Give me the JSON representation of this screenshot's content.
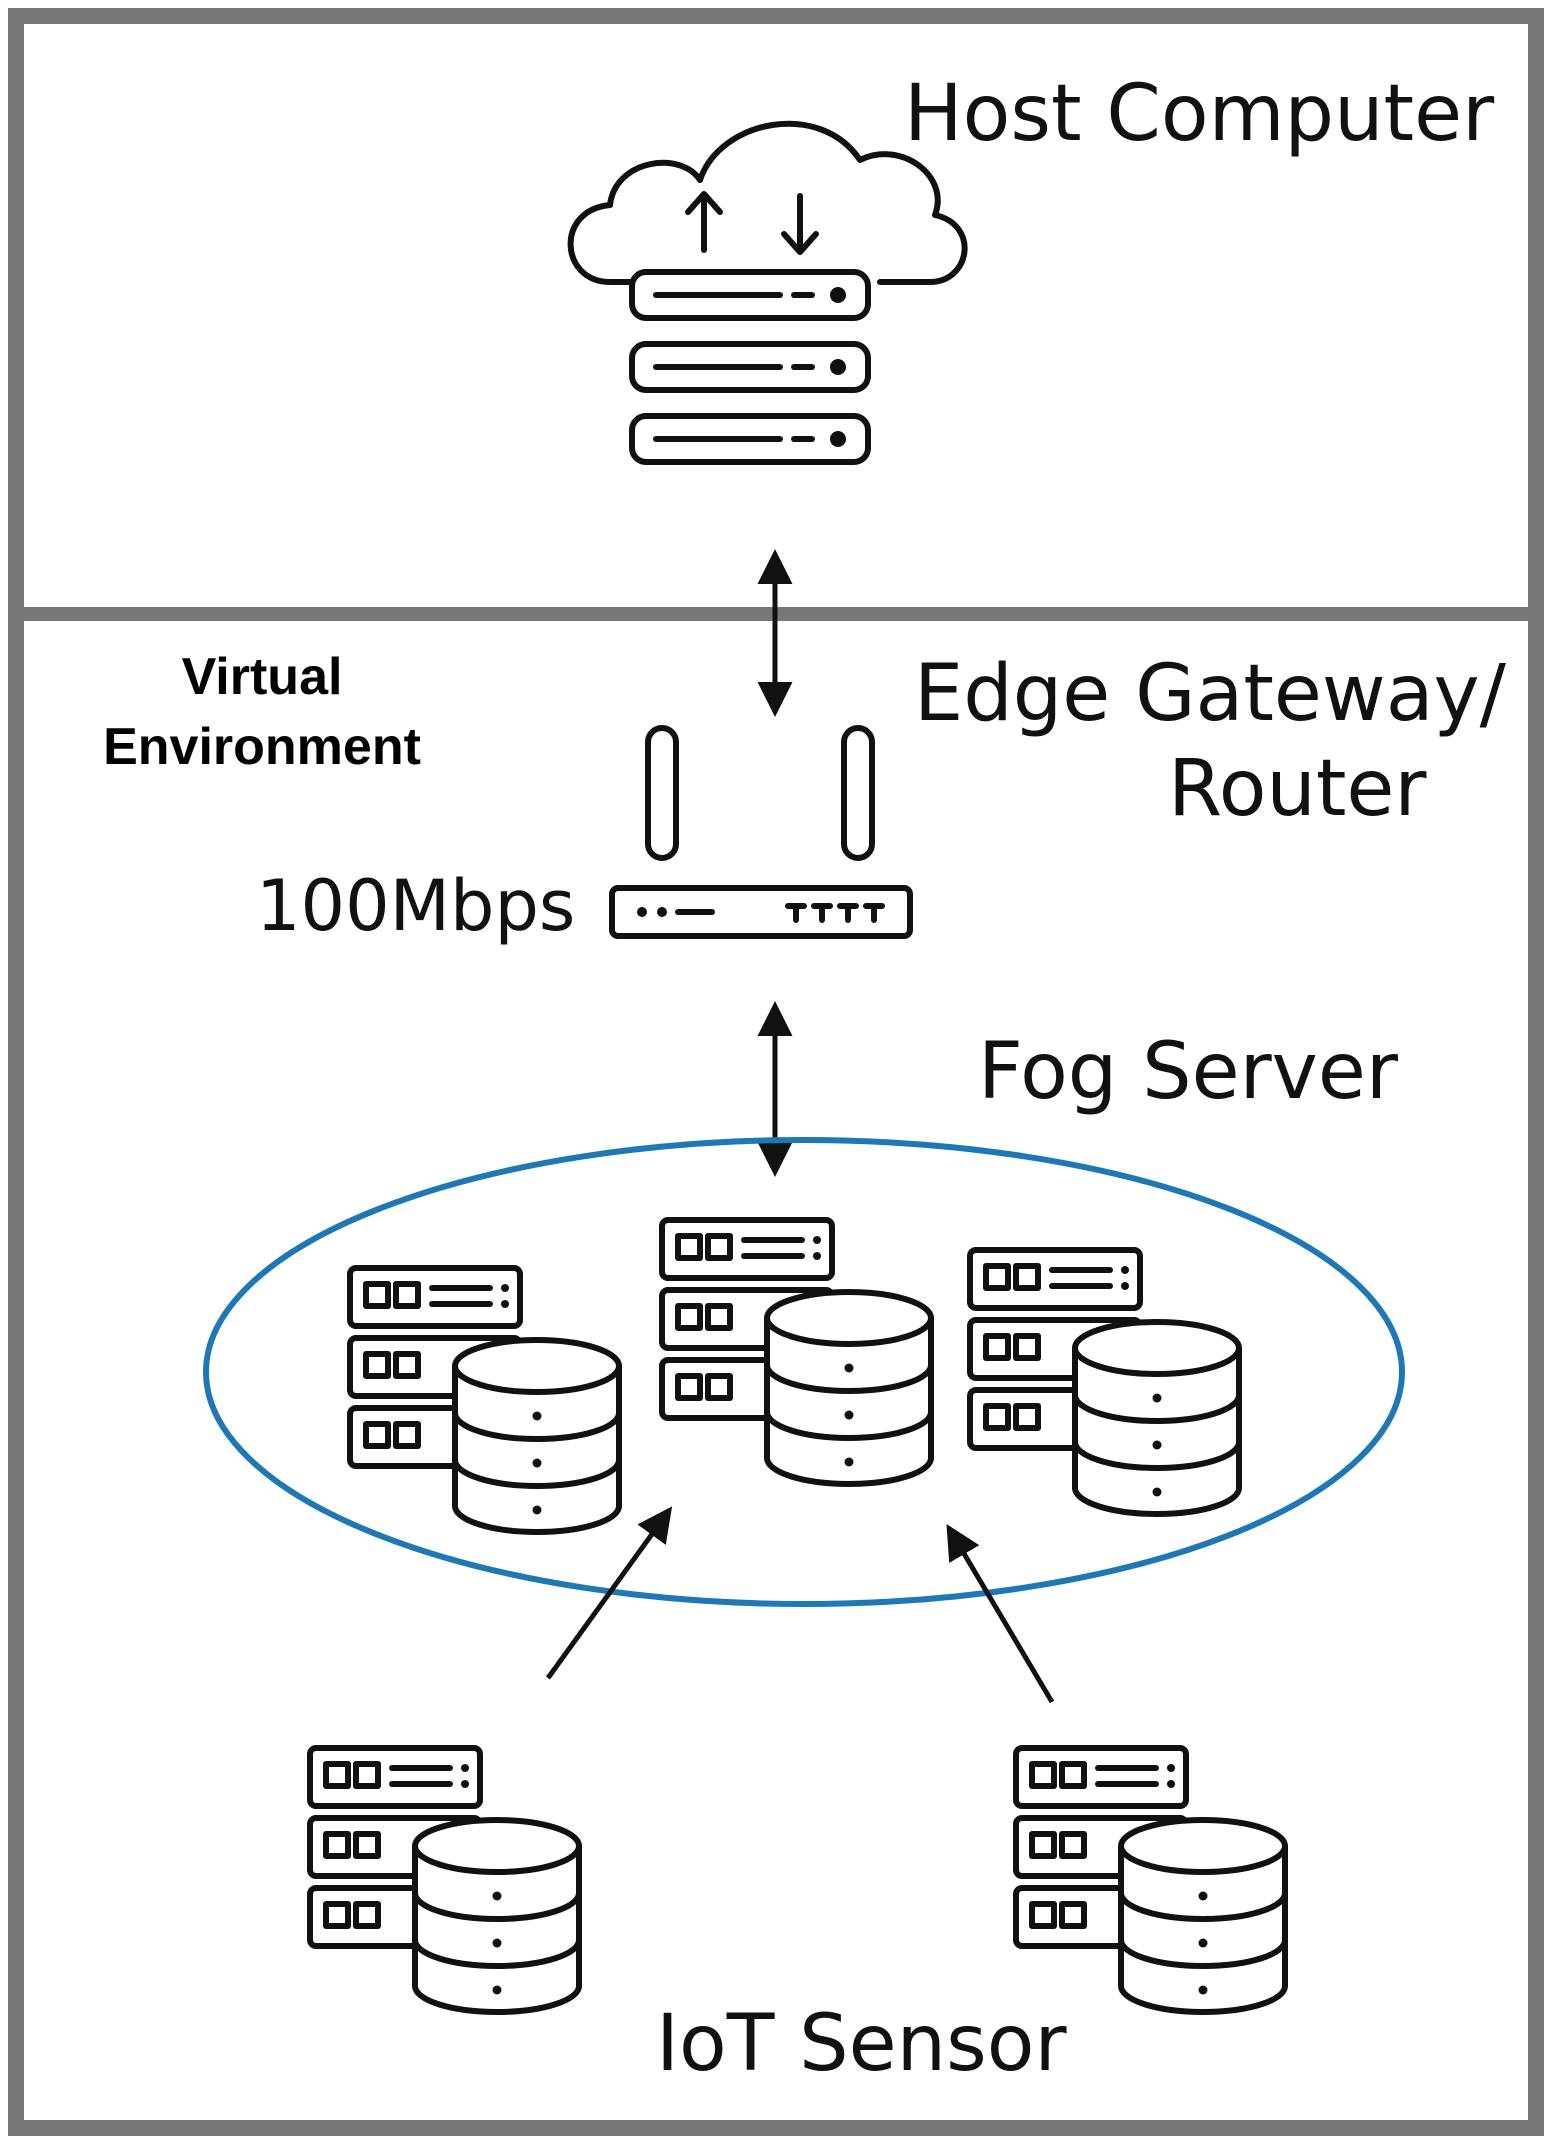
{
  "labels": {
    "host_computer": "Host Computer",
    "edge_gateway_line1": "Edge Gateway/",
    "edge_gateway_line2": "Router",
    "bandwidth": "100Mbps",
    "virtual_env_line1": "Virtual",
    "virtual_env_line2": "Environment",
    "fog_server": "Fog Server",
    "iot_sensor": "IoT Sensor"
  },
  "icons": {
    "host": "cloud-server-icon",
    "router": "router-icon",
    "fog_nodes": [
      "server-database-icon",
      "server-database-icon",
      "server-database-icon"
    ],
    "iot_nodes": [
      "server-database-icon",
      "server-database-icon"
    ]
  },
  "colors": {
    "frame": "#777777",
    "fog_ellipse": "#1f78b4",
    "ink": "#111111"
  }
}
